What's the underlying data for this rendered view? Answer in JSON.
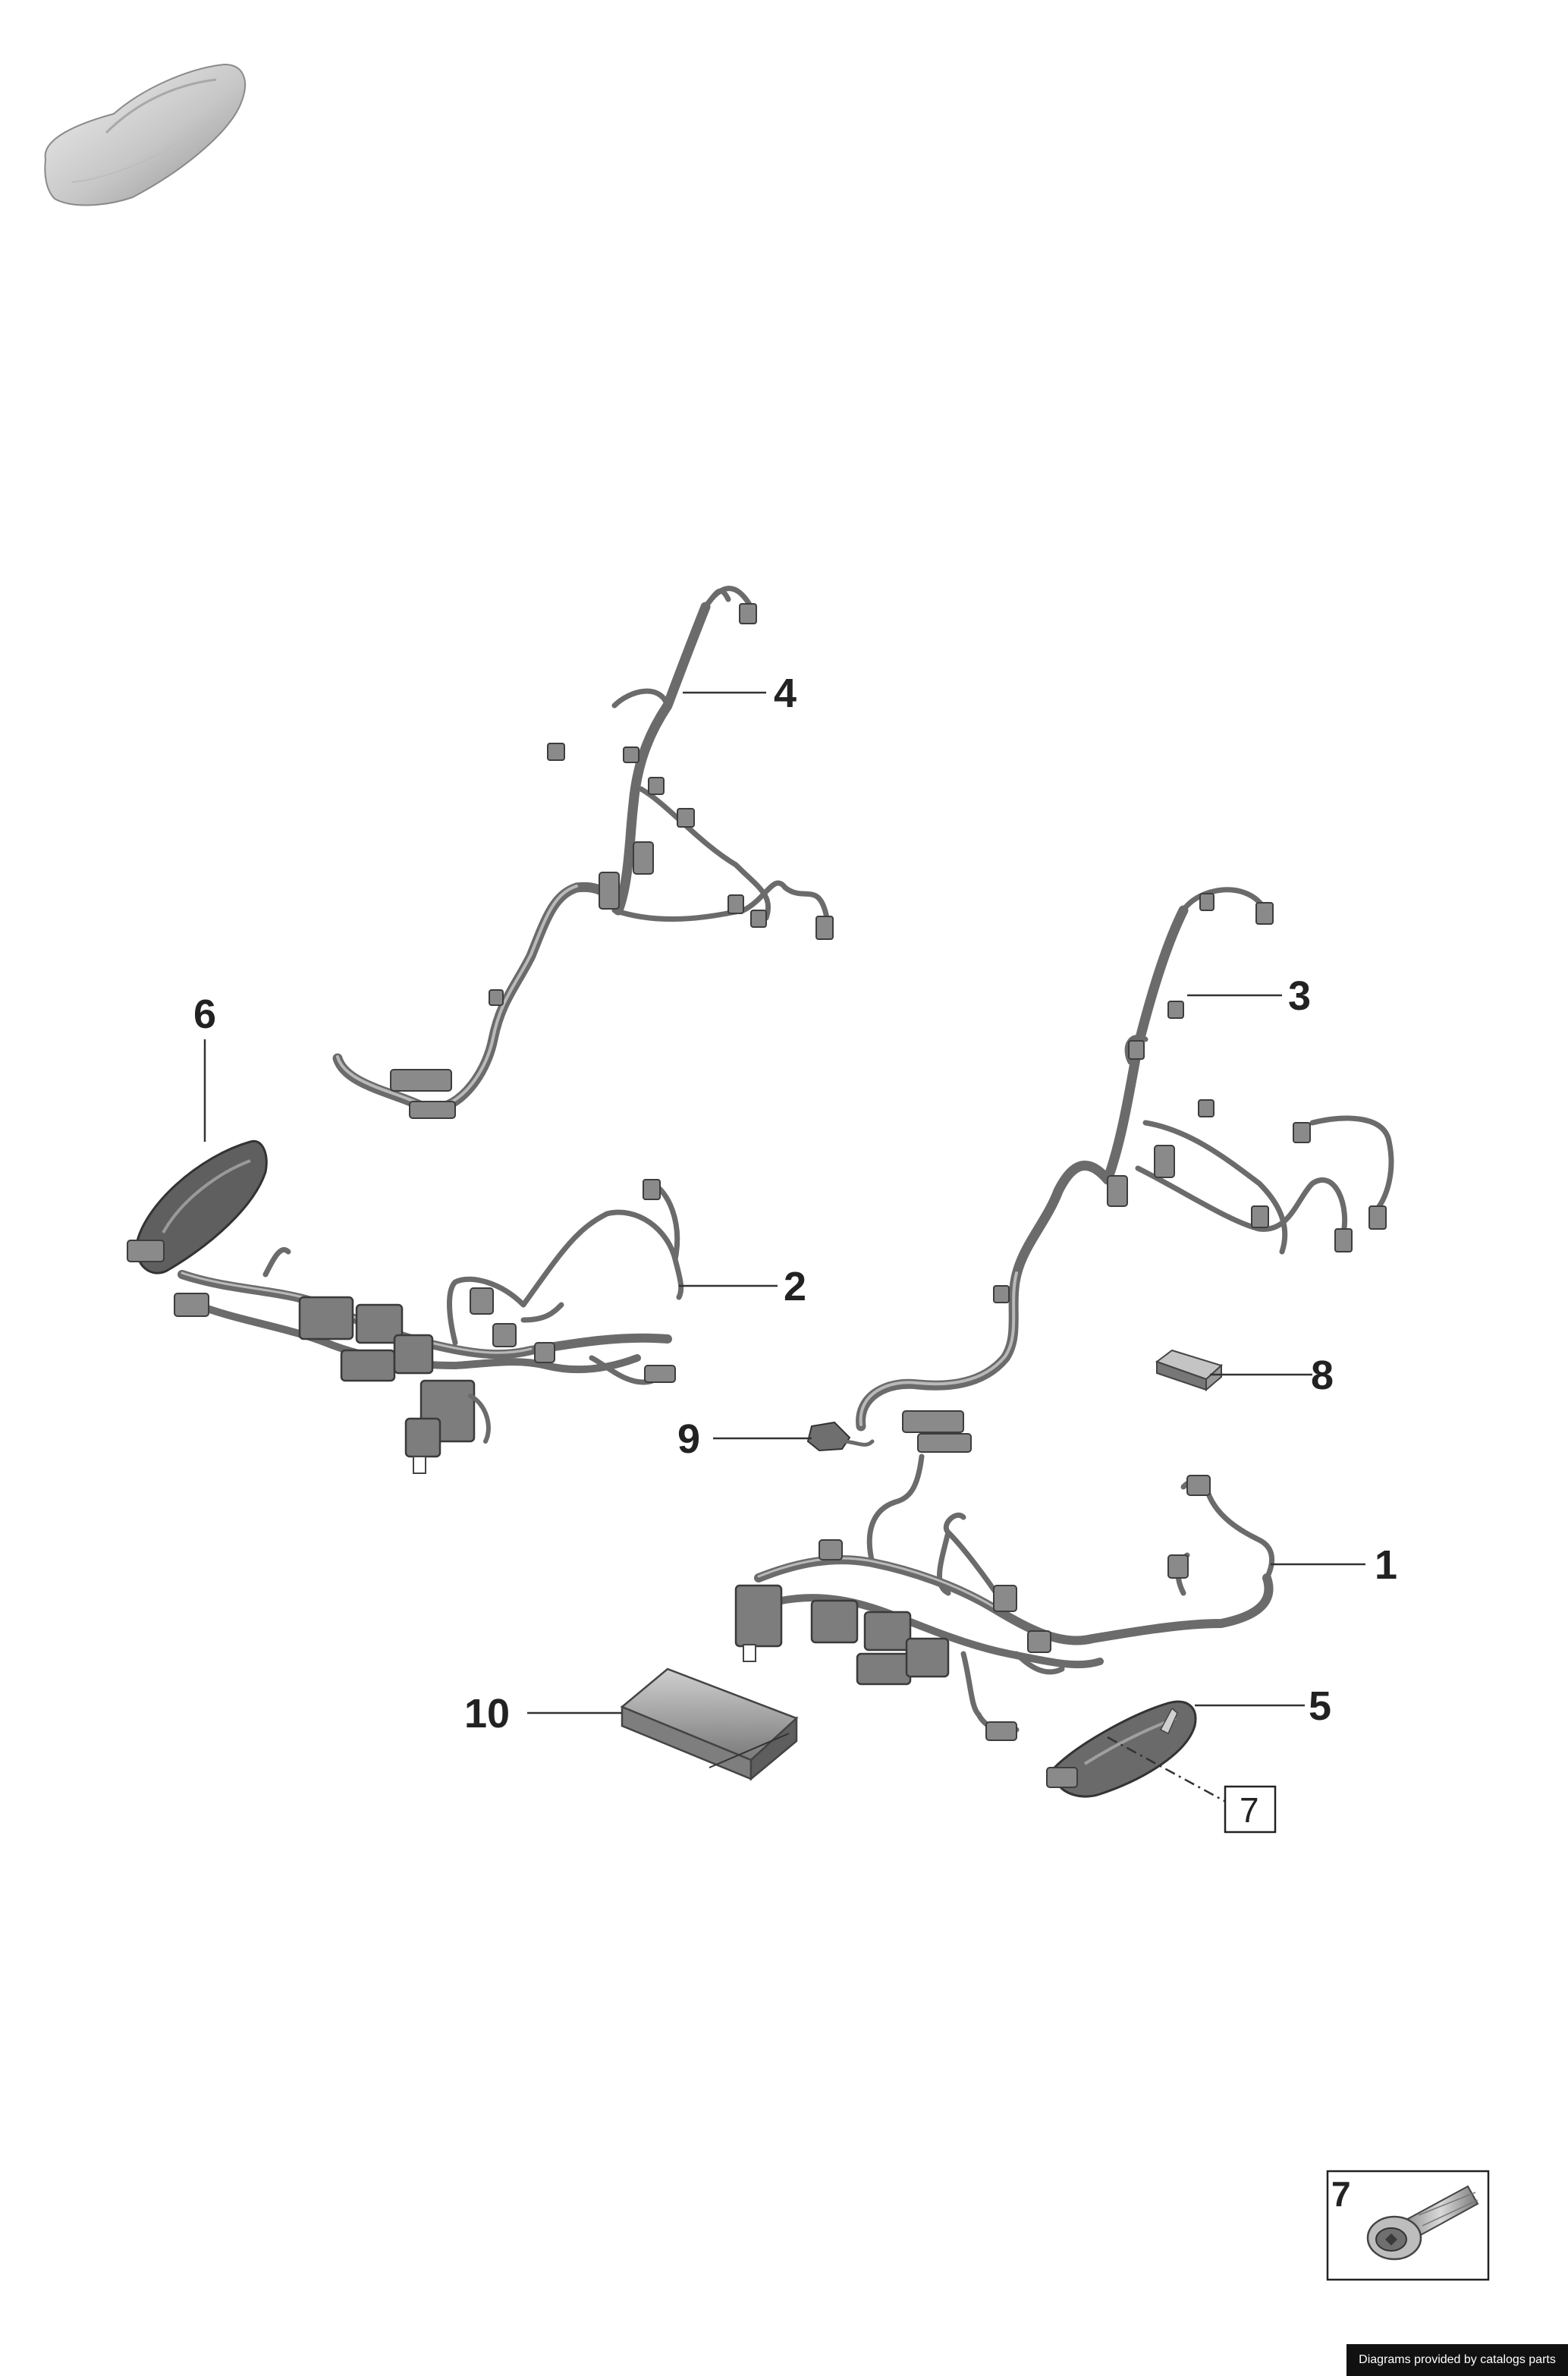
{
  "diagram": {
    "callouts": [
      {
        "id": "1",
        "label": "1"
      },
      {
        "id": "2",
        "label": "2"
      },
      {
        "id": "3",
        "label": "3"
      },
      {
        "id": "4",
        "label": "4"
      },
      {
        "id": "5",
        "label": "5"
      },
      {
        "id": "6",
        "label": "6"
      },
      {
        "id": "7",
        "label": "7"
      },
      {
        "id": "8",
        "label": "8"
      },
      {
        "id": "9",
        "label": "9"
      },
      {
        "id": "10",
        "label": "10"
      }
    ],
    "inset_label": "7"
  },
  "footer": {
    "credit": "Diagrams provided by catalogs parts"
  }
}
